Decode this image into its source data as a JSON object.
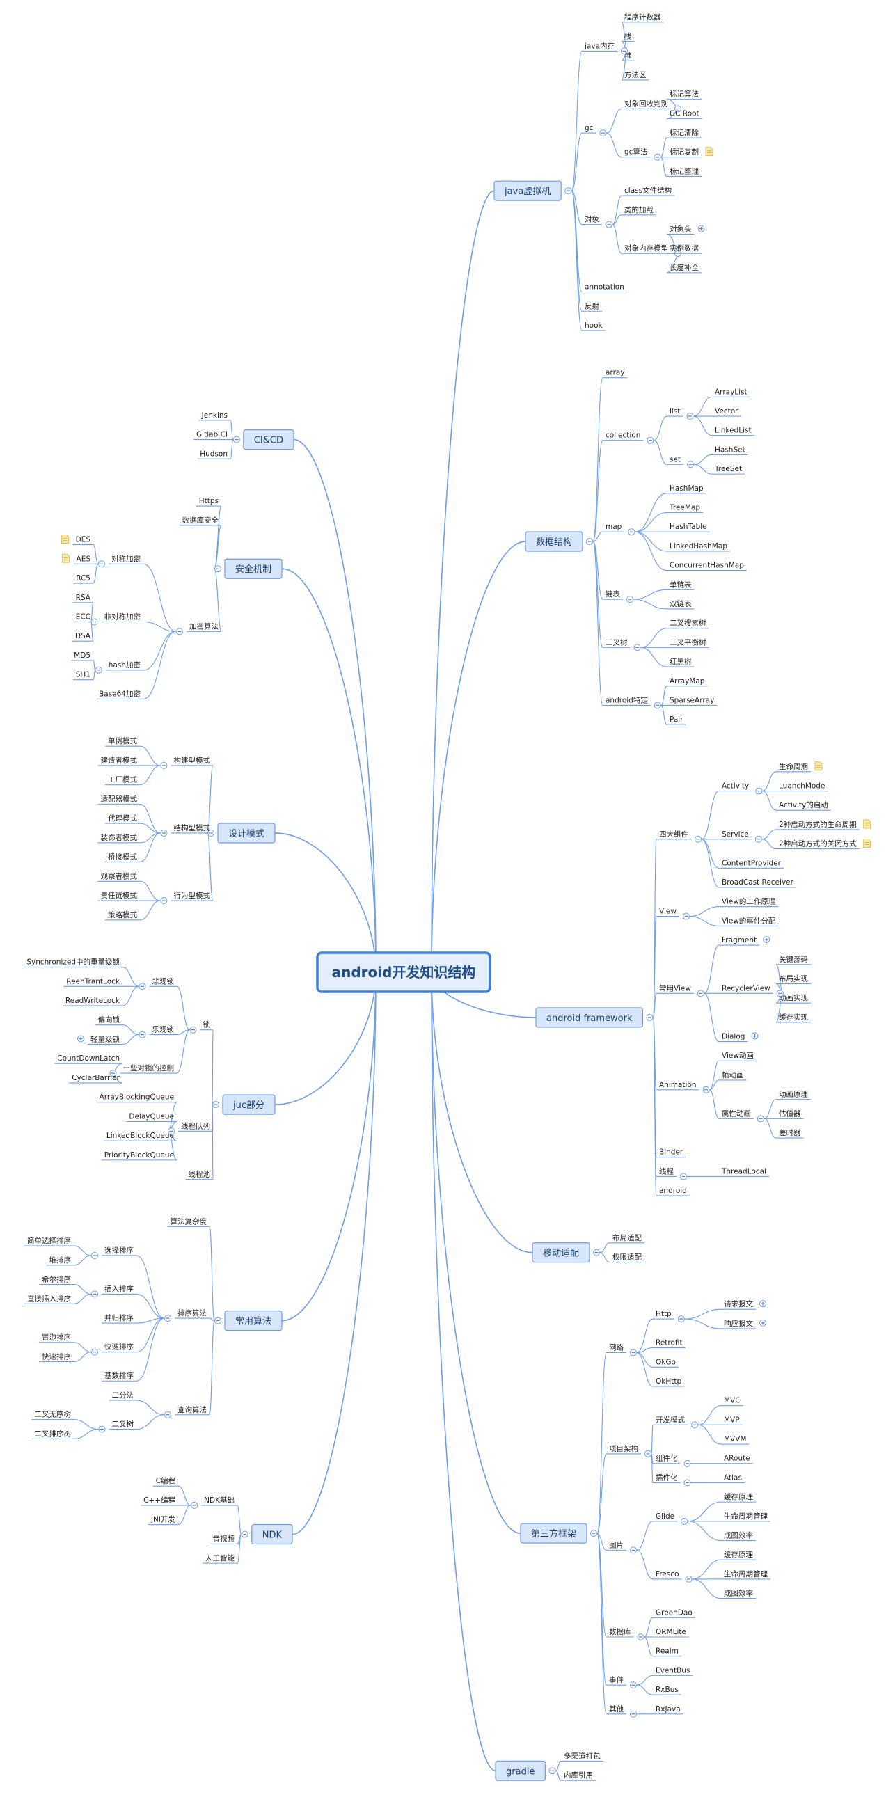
{
  "root": {
    "name": "root",
    "label": "android开发知识结构"
  },
  "branches": [
    {
      "name": "java-vm",
      "label": "java虚拟机",
      "children": [
        {
          "label": "java内存",
          "children": [
            {
              "label": "程序计数器"
            },
            {
              "label": "栈"
            },
            {
              "label": "堆"
            },
            {
              "label": "方法区"
            }
          ]
        },
        {
          "label": "gc",
          "children": [
            {
              "label": "对象回收判别",
              "children": [
                {
                  "label": "标记算法"
                },
                {
                  "label": "GC Root"
                }
              ]
            },
            {
              "label": "gc算法",
              "children": [
                {
                  "label": "标记清除"
                },
                {
                  "label": "标记复制",
                  "note": true
                },
                {
                  "label": "标记整理"
                }
              ]
            }
          ]
        },
        {
          "label": "对象",
          "children": [
            {
              "label": "class文件结构"
            },
            {
              "label": "类的加载"
            },
            {
              "label": "对象内存模型",
              "children": [
                {
                  "label": "对象头",
                  "expand": true
                },
                {
                  "label": "实例数据"
                },
                {
                  "label": "长度补全"
                }
              ]
            }
          ]
        },
        {
          "label": "annotation"
        },
        {
          "label": "反射"
        },
        {
          "label": "hook"
        }
      ]
    },
    {
      "name": "data-structure",
      "label": "数据结构",
      "children": [
        {
          "label": "array"
        },
        {
          "label": "collection",
          "children": [
            {
              "label": "list",
              "children": [
                {
                  "label": "ArrayList"
                },
                {
                  "label": "Vector"
                },
                {
                  "label": "LinkedList"
                }
              ]
            },
            {
              "label": "set",
              "children": [
                {
                  "label": "HashSet"
                },
                {
                  "label": "TreeSet"
                }
              ]
            }
          ]
        },
        {
          "label": "map",
          "children": [
            {
              "label": "HashMap"
            },
            {
              "label": "TreeMap"
            },
            {
              "label": "HashTable"
            },
            {
              "label": "LinkedHashMap"
            },
            {
              "label": "ConcurrentHashMap"
            }
          ]
        },
        {
          "label": "链表",
          "children": [
            {
              "label": "单链表"
            },
            {
              "label": "双链表"
            }
          ]
        },
        {
          "label": "二叉树",
          "children": [
            {
              "label": "二叉搜索树"
            },
            {
              "label": "二叉平衡树"
            },
            {
              "label": "红黑树"
            }
          ]
        },
        {
          "label": "android特定",
          "children": [
            {
              "label": "ArrayMap"
            },
            {
              "label": "SparseArray"
            },
            {
              "label": "Pair"
            }
          ]
        }
      ]
    },
    {
      "name": "android-framework",
      "label": "android framework",
      "children": [
        {
          "label": "四大组件",
          "children": [
            {
              "label": "Activity",
              "children": [
                {
                  "label": "生命周期",
                  "note": true
                },
                {
                  "label": "LuanchMode"
                },
                {
                  "label": "Activity的启动"
                }
              ]
            },
            {
              "label": "Service",
              "children": [
                {
                  "label": "2种启动方式的生命周期",
                  "note": true
                },
                {
                  "label": "2种启动方式的关闭方式",
                  "note": true
                }
              ]
            },
            {
              "label": "ContentProvider"
            },
            {
              "label": "BroadCast Receiver"
            }
          ]
        },
        {
          "label": "View",
          "children": [
            {
              "label": "View的工作原理"
            },
            {
              "label": "View的事件分配"
            }
          ]
        },
        {
          "label": "常用View",
          "children": [
            {
              "label": "Fragment",
              "expand": true
            },
            {
              "label": "RecyclerView",
              "children": [
                {
                  "label": "关键源码"
                },
                {
                  "label": "布局实现"
                },
                {
                  "label": "动画实现"
                },
                {
                  "label": "缓存实现"
                }
              ]
            },
            {
              "label": "Dialog",
              "expand": true
            }
          ]
        },
        {
          "label": "Animation",
          "children": [
            {
              "label": "View动画"
            },
            {
              "label": "帧动画"
            },
            {
              "label": "属性动画",
              "children": [
                {
                  "label": "动画原理"
                },
                {
                  "label": "估值器"
                },
                {
                  "label": "差时器"
                }
              ]
            }
          ]
        },
        {
          "label": "Binder"
        },
        {
          "label": "线程",
          "children": [
            {
              "label": "ThreadLocal"
            }
          ]
        },
        {
          "label": "android"
        }
      ]
    },
    {
      "name": "mobile-adapt",
      "label": "移动适配",
      "children": [
        {
          "label": "布局适配"
        },
        {
          "label": "权限适配"
        }
      ]
    },
    {
      "name": "third-party",
      "label": "第三方框架",
      "children": [
        {
          "label": "网络",
          "children": [
            {
              "label": "Http",
              "children": [
                {
                  "label": "请求报文",
                  "expand": true
                },
                {
                  "label": "响应报文",
                  "expand": true
                }
              ]
            },
            {
              "label": "Retrofit"
            },
            {
              "label": "OkGo"
            },
            {
              "label": "OkHttp"
            }
          ]
        },
        {
          "label": "项目架构",
          "children": [
            {
              "label": "开发模式",
              "children": [
                {
                  "label": "MVC"
                },
                {
                  "label": "MVP"
                },
                {
                  "label": "MVVM"
                }
              ]
            },
            {
              "label": "组件化",
              "children": [
                {
                  "label": "ARoute"
                }
              ]
            },
            {
              "label": "插件化",
              "children": [
                {
                  "label": "Atlas"
                }
              ]
            }
          ]
        },
        {
          "label": "图片",
          "children": [
            {
              "label": "Glide",
              "children": [
                {
                  "label": "缓存原理"
                },
                {
                  "label": "生命周期管理"
                },
                {
                  "label": "成图效率"
                }
              ]
            },
            {
              "label": "Fresco",
              "children": [
                {
                  "label": "缓存原理"
                },
                {
                  "label": "生命周期管理"
                },
                {
                  "label": "成图效率"
                }
              ]
            }
          ]
        },
        {
          "label": "数据库",
          "children": [
            {
              "label": "GreenDao"
            },
            {
              "label": "ORMLite"
            },
            {
              "label": "Realm"
            }
          ]
        },
        {
          "label": "事件",
          "children": [
            {
              "label": "EventBus"
            },
            {
              "label": "RxBus"
            }
          ]
        },
        {
          "label": "其他",
          "children": [
            {
              "label": "RxJava"
            }
          ]
        }
      ]
    },
    {
      "name": "gradle",
      "label": "gradle",
      "children": [
        {
          "label": "多渠道打包"
        },
        {
          "label": "内库引用"
        }
      ]
    },
    {
      "name": "ci-cd",
      "label": "CI&CD",
      "children": [
        {
          "label": "Jenkins"
        },
        {
          "label": "Gitlab CI"
        },
        {
          "label": "Hudson"
        }
      ]
    },
    {
      "name": "security",
      "label": "安全机制",
      "children": [
        {
          "label": "Https"
        },
        {
          "label": "数据库安全"
        },
        {
          "label": "加密算法",
          "children": [
            {
              "label": "对称加密",
              "children": [
                {
                  "label": "DES",
                  "note": true
                },
                {
                  "label": "AES",
                  "note": true
                },
                {
                  "label": "RC5"
                }
              ]
            },
            {
              "label": "非对称加密",
              "children": [
                {
                  "label": "RSA"
                },
                {
                  "label": "ECC"
                },
                {
                  "label": "DSA"
                }
              ]
            },
            {
              "label": "hash加密",
              "children": [
                {
                  "label": "MD5"
                },
                {
                  "label": "SH1"
                }
              ]
            },
            {
              "label": "Base64加密"
            }
          ]
        }
      ]
    },
    {
      "name": "design-pattern",
      "label": "设计模式",
      "children": [
        {
          "label": "构建型模式",
          "children": [
            {
              "label": "单例模式"
            },
            {
              "label": "建造者模式"
            },
            {
              "label": "工厂模式"
            }
          ]
        },
        {
          "label": "结构型模式",
          "children": [
            {
              "label": "适配器模式"
            },
            {
              "label": "代理模式"
            },
            {
              "label": "装饰者模式"
            },
            {
              "label": "桥接模式"
            }
          ]
        },
        {
          "label": "行为型模式",
          "children": [
            {
              "label": "观察者模式"
            },
            {
              "label": "责任链模式"
            },
            {
              "label": "策略模式"
            }
          ]
        }
      ]
    },
    {
      "name": "juc",
      "label": "juc部分",
      "children": [
        {
          "label": "锁",
          "children": [
            {
              "label": "悲观锁",
              "children": [
                {
                  "label": "Synchronized中的重量级锁"
                },
                {
                  "label": "ReenTrantLock"
                },
                {
                  "label": "ReadWriteLock"
                }
              ]
            },
            {
              "label": "乐观锁",
              "children": [
                {
                  "label": "偏向锁"
                },
                {
                  "label": "轻量级锁",
                  "expand": true
                }
              ]
            },
            {
              "label": "一些对锁的控制",
              "children": [
                {
                  "label": "CountDownLatch"
                },
                {
                  "label": "CyclerBarrier"
                }
              ]
            }
          ]
        },
        {
          "label": "线程队列",
          "children": [
            {
              "label": "ArrayBlockingQueue"
            },
            {
              "label": "DelayQueue"
            },
            {
              "label": "LinkedBlockQueue"
            },
            {
              "label": "PriorityBlockQueue"
            }
          ]
        },
        {
          "label": "线程池"
        }
      ]
    },
    {
      "name": "algorithms",
      "label": "常用算法",
      "children": [
        {
          "label": "算法复杂度"
        },
        {
          "label": "排序算法",
          "children": [
            {
              "label": "选择排序",
              "children": [
                {
                  "label": "简单选择排序"
                },
                {
                  "label": "堆排序"
                }
              ]
            },
            {
              "label": "插入排序",
              "children": [
                {
                  "label": "希尔排序"
                },
                {
                  "label": "直接插入排序"
                }
              ]
            },
            {
              "label": "并归排序"
            },
            {
              "label": "快速排序",
              "children": [
                {
                  "label": "冒泡排序"
                },
                {
                  "label": "快速排序"
                }
              ]
            },
            {
              "label": "基数排序"
            }
          ]
        },
        {
          "label": "查询算法",
          "children": [
            {
              "label": "二分法"
            },
            {
              "label": "二叉树",
              "children": [
                {
                  "label": "二叉无序树"
                },
                {
                  "label": "二叉排序树"
                }
              ]
            }
          ]
        }
      ]
    },
    {
      "name": "ndk",
      "label": "NDK",
      "children": [
        {
          "label": "NDK基础",
          "children": [
            {
              "label": "C编程"
            },
            {
              "label": "C++编程"
            },
            {
              "label": "JNI开发"
            }
          ]
        },
        {
          "label": "音视频"
        },
        {
          "label": "人工智能"
        }
      ]
    }
  ]
}
